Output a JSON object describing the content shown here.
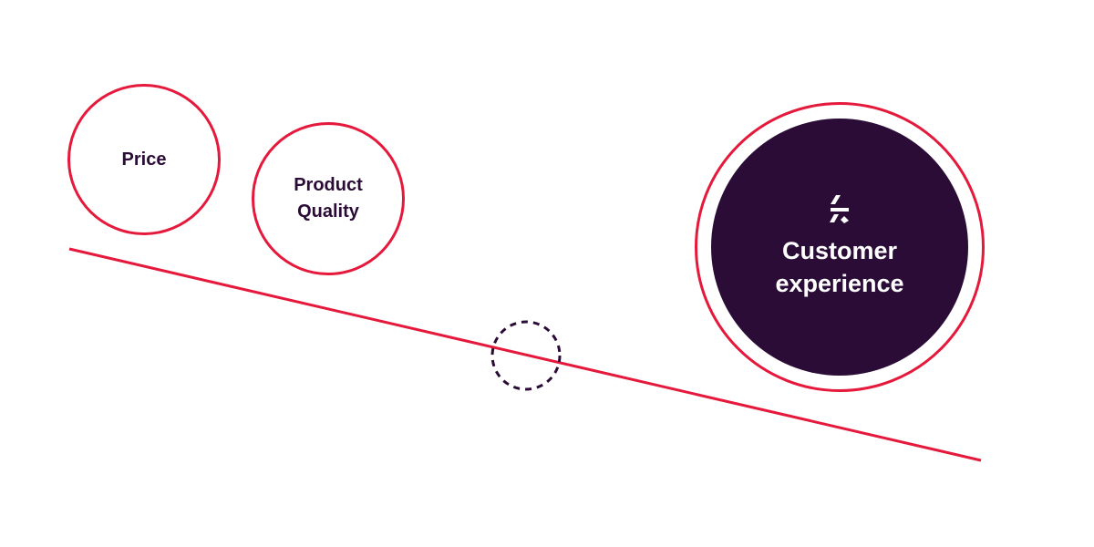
{
  "colors": {
    "accent_red": "#e5193b",
    "dark_purple": "#2a0c36",
    "background": "#ffffff"
  },
  "nodes": {
    "price": {
      "lines": [
        "Price"
      ]
    },
    "product_quality": {
      "lines": [
        "Product",
        "Quality"
      ]
    },
    "customer_experience": {
      "lines": [
        "Customer",
        "experience"
      ],
      "icon": "brand-logo-icon"
    }
  },
  "fulcrum": {
    "style": "dashed",
    "icon": "pivot-circle"
  }
}
